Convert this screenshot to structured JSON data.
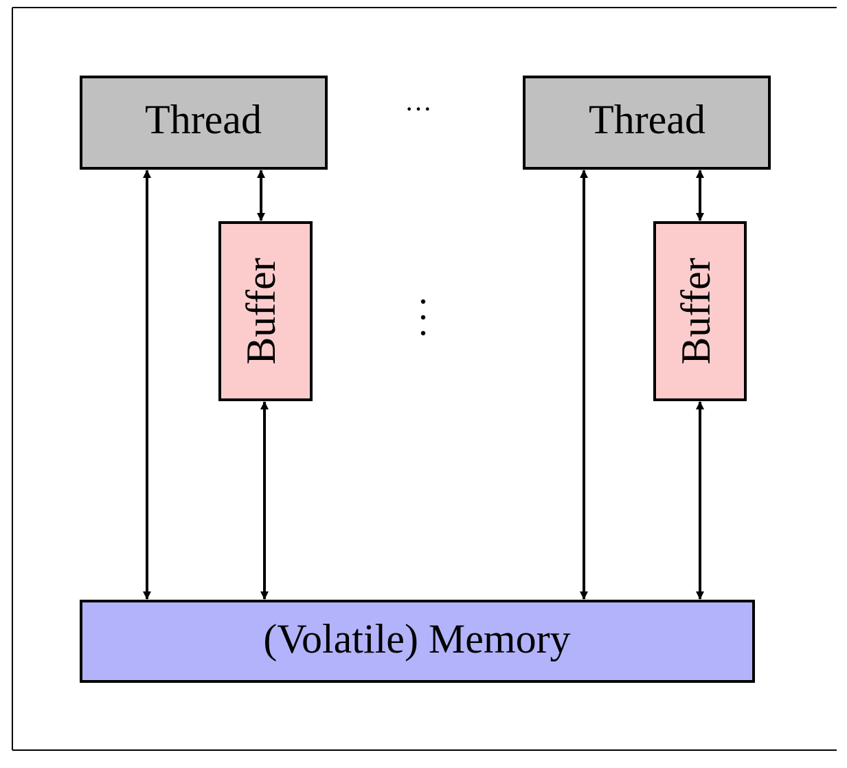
{
  "diagram": {
    "thread_left": {
      "label": "Thread"
    },
    "thread_right": {
      "label": "Thread"
    },
    "buffer_left": {
      "label": "Buffer"
    },
    "buffer_right": {
      "label": "Buffer"
    },
    "memory": {
      "label": "(Volatile) Memory"
    },
    "ellipsis_horizontal": "···",
    "colors": {
      "thread_fill": "#c0c0c0",
      "buffer_fill": "#fccccc",
      "memory_fill": "#b3b3fc",
      "stroke": "#000000",
      "background": "#ffffff"
    }
  }
}
